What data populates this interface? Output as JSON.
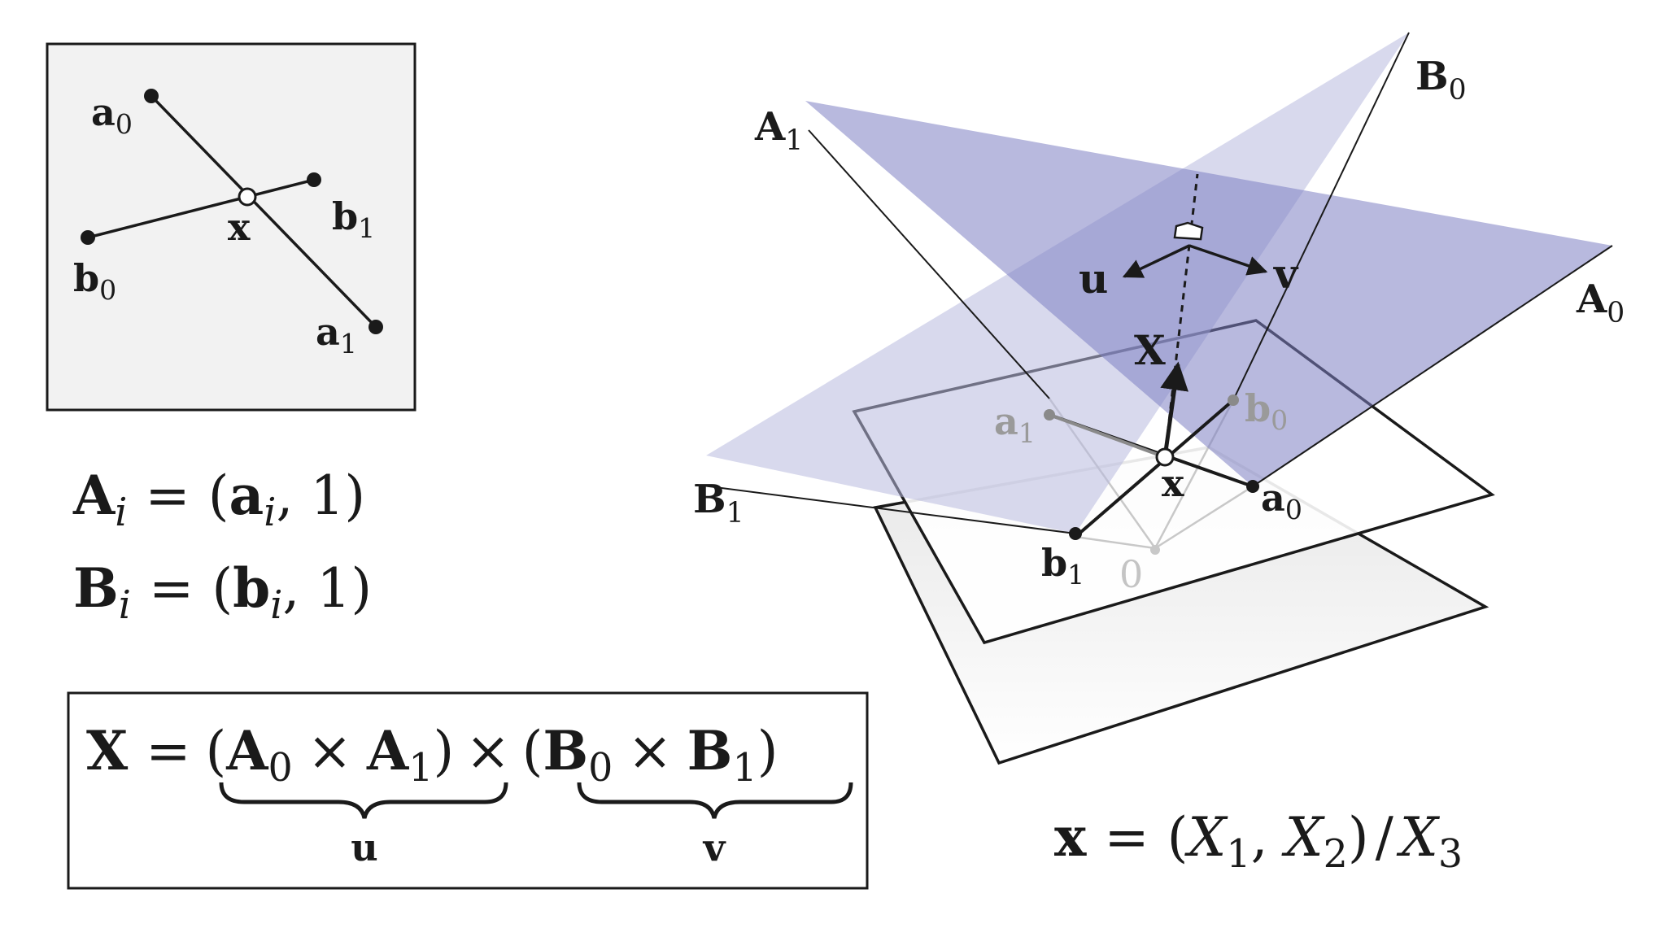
{
  "colors": {
    "plane": "#7d80c2",
    "plane_light": "#b8badf",
    "ink": "#1a1a1a",
    "grey": "#9a9a9a",
    "panel": "#f2f2f2"
  },
  "inset": {
    "a0": "a",
    "a0_sub": "0",
    "a1": "a",
    "a1_sub": "1",
    "b0": "b",
    "b0_sub": "0",
    "b1": "b",
    "b1_sub": "1",
    "x": "x"
  },
  "equations": {
    "A_def": {
      "lhs": "A",
      "lhs_sub": "i",
      "eq": "=",
      "open": "(",
      "arg": "a",
      "arg_sub": "i",
      "rest": ", 1)"
    },
    "B_def": {
      "lhs": "B",
      "lhs_sub": "i",
      "eq": "=",
      "open": "(",
      "arg": "b",
      "arg_sub": "i",
      "rest": ", 1)"
    },
    "X_def": {
      "lhs": "X",
      "eq": "=",
      "open1": "(",
      "A0": "A",
      "A0_sub": "0",
      "times": "×",
      "A1": "A",
      "A1_sub": "1",
      "close1": ")",
      "times_mid": "×",
      "open2": "(",
      "B0": "B",
      "B0_sub": "0",
      "B1": "B",
      "B1_sub": "1",
      "close2": ")",
      "u": "u",
      "v": "v"
    },
    "x_proj": {
      "lhs": "x",
      "eq": "=",
      "open": "(",
      "X": "X",
      "s1": "1",
      "comma": ", ",
      "s2": "2",
      "close": ")",
      "slash": "/",
      "s3": "3"
    }
  },
  "scene": {
    "A0": "A",
    "A0_sub": "0",
    "A1": "A",
    "A1_sub": "1",
    "B0": "B",
    "B0_sub": "0",
    "B1": "B",
    "B1_sub": "1",
    "u": "u",
    "v": "v",
    "X": "X",
    "x": "x",
    "a0": "a",
    "a0_sub": "0",
    "a1": "a",
    "a1_sub": "1",
    "b0": "b",
    "b0_sub": "0",
    "b1": "b",
    "b1_sub": "1",
    "origin": "0"
  }
}
